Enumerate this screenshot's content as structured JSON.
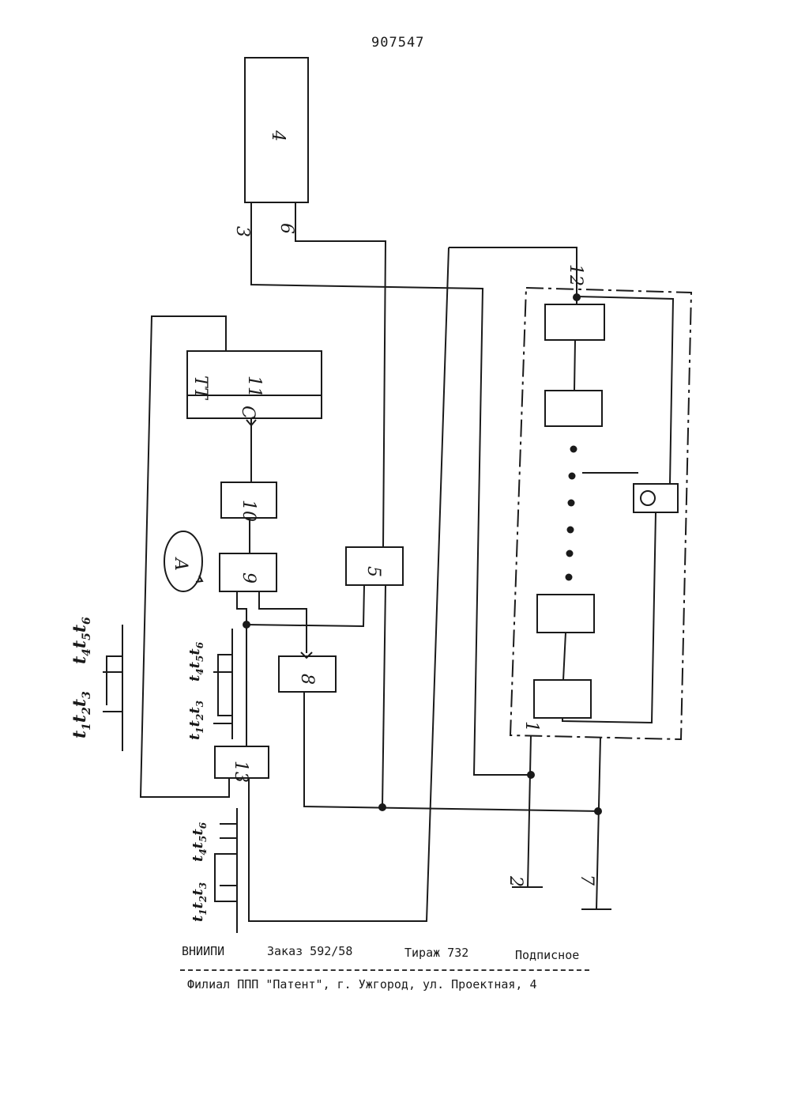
{
  "patent_number": "907547",
  "blocks": {
    "b1": "1",
    "b4": "4",
    "b5": "5",
    "b8": "8",
    "b9": "9",
    "b10": "10",
    "b11": "11",
    "b11_tt": "TT",
    "b11_c": "C",
    "b13": "13"
  },
  "lines": {
    "l2": "2",
    "l3": "3",
    "l6": "6",
    "l7": "7",
    "l12": "12"
  },
  "loop_label": "A",
  "timing": {
    "group1": [
      "t",
      "t",
      "t"
    ],
    "group1_sub": [
      "1",
      "2",
      "3"
    ],
    "group2": [
      "t",
      "t",
      "t"
    ],
    "group2_sub": [
      "4",
      "5",
      "6"
    ]
  },
  "footer": {
    "org": "ВНИИПИ",
    "order": "Заказ 592/58",
    "circulation": "Тираж 732",
    "subscription": "Подписное",
    "branch": "Филиал ППП \"Патент\", г. Ужгород, ул. Проектная, 4"
  },
  "colors": {
    "ink": "#1a1a1a",
    "paper": "#ffffff"
  }
}
